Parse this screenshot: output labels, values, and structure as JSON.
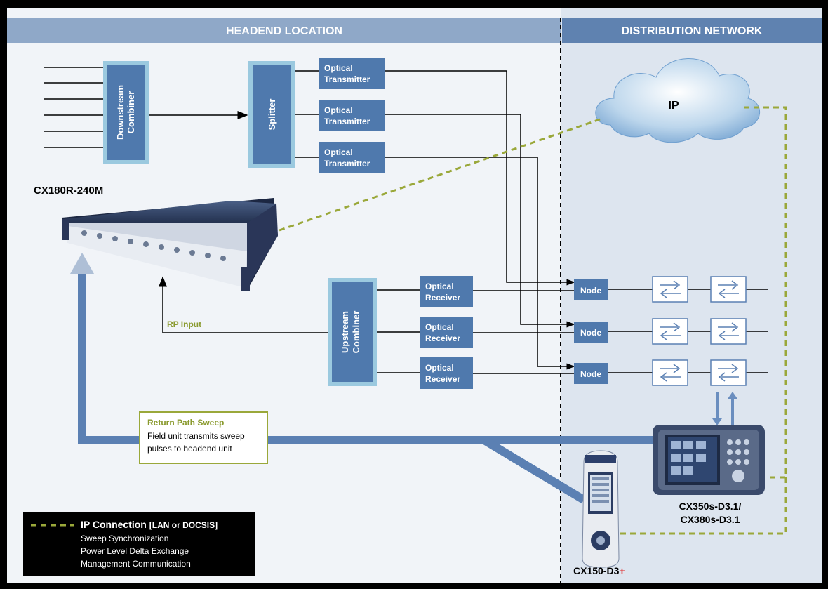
{
  "sections": {
    "headend": "HEADEND LOCATION",
    "distribution": "DISTRIBUTION NETWORK"
  },
  "blocks": {
    "downstream_combiner": [
      "Downstream",
      "Combiner"
    ],
    "splitter": "Splitter",
    "upstream_combiner": [
      "Upstream",
      "Combiner"
    ],
    "optical_transmitter": [
      "Optical",
      "Transmitter"
    ],
    "optical_receiver": [
      "Optical",
      "Receiver"
    ],
    "node": "Node"
  },
  "cloud_label": "IP",
  "devices": {
    "headend_unit": "CX180R-240M",
    "field_meter": [
      "CX350s-D3.1/",
      "CX380s-D3.1"
    ],
    "handheld_main": "CX150-D3",
    "handheld_suffix": "+"
  },
  "rp_input": "RP Input",
  "return_path": {
    "title": "Return Path Sweep",
    "lines": [
      "Field unit transmits sweep",
      "pulses to headend unit"
    ]
  },
  "legend": {
    "title": "IP Connection",
    "title_suffix": "[LAN or DOCSIS]",
    "items": [
      "Sweep Synchronization",
      "Power Level Delta Exchange",
      "Management Communication"
    ]
  },
  "colors": {
    "frame": "#000000",
    "headend_bg": "#f1f4f8",
    "distribution_bg": "#dde5ef",
    "header_headend": "#8fa8c8",
    "header_distribution": "#5f82b0",
    "block": "#4f79ad",
    "block_border": "#9bc9df",
    "return_path": "#6a8ebf",
    "ip_link": "#9aa83a",
    "rp_input": "#8a9a2e"
  }
}
